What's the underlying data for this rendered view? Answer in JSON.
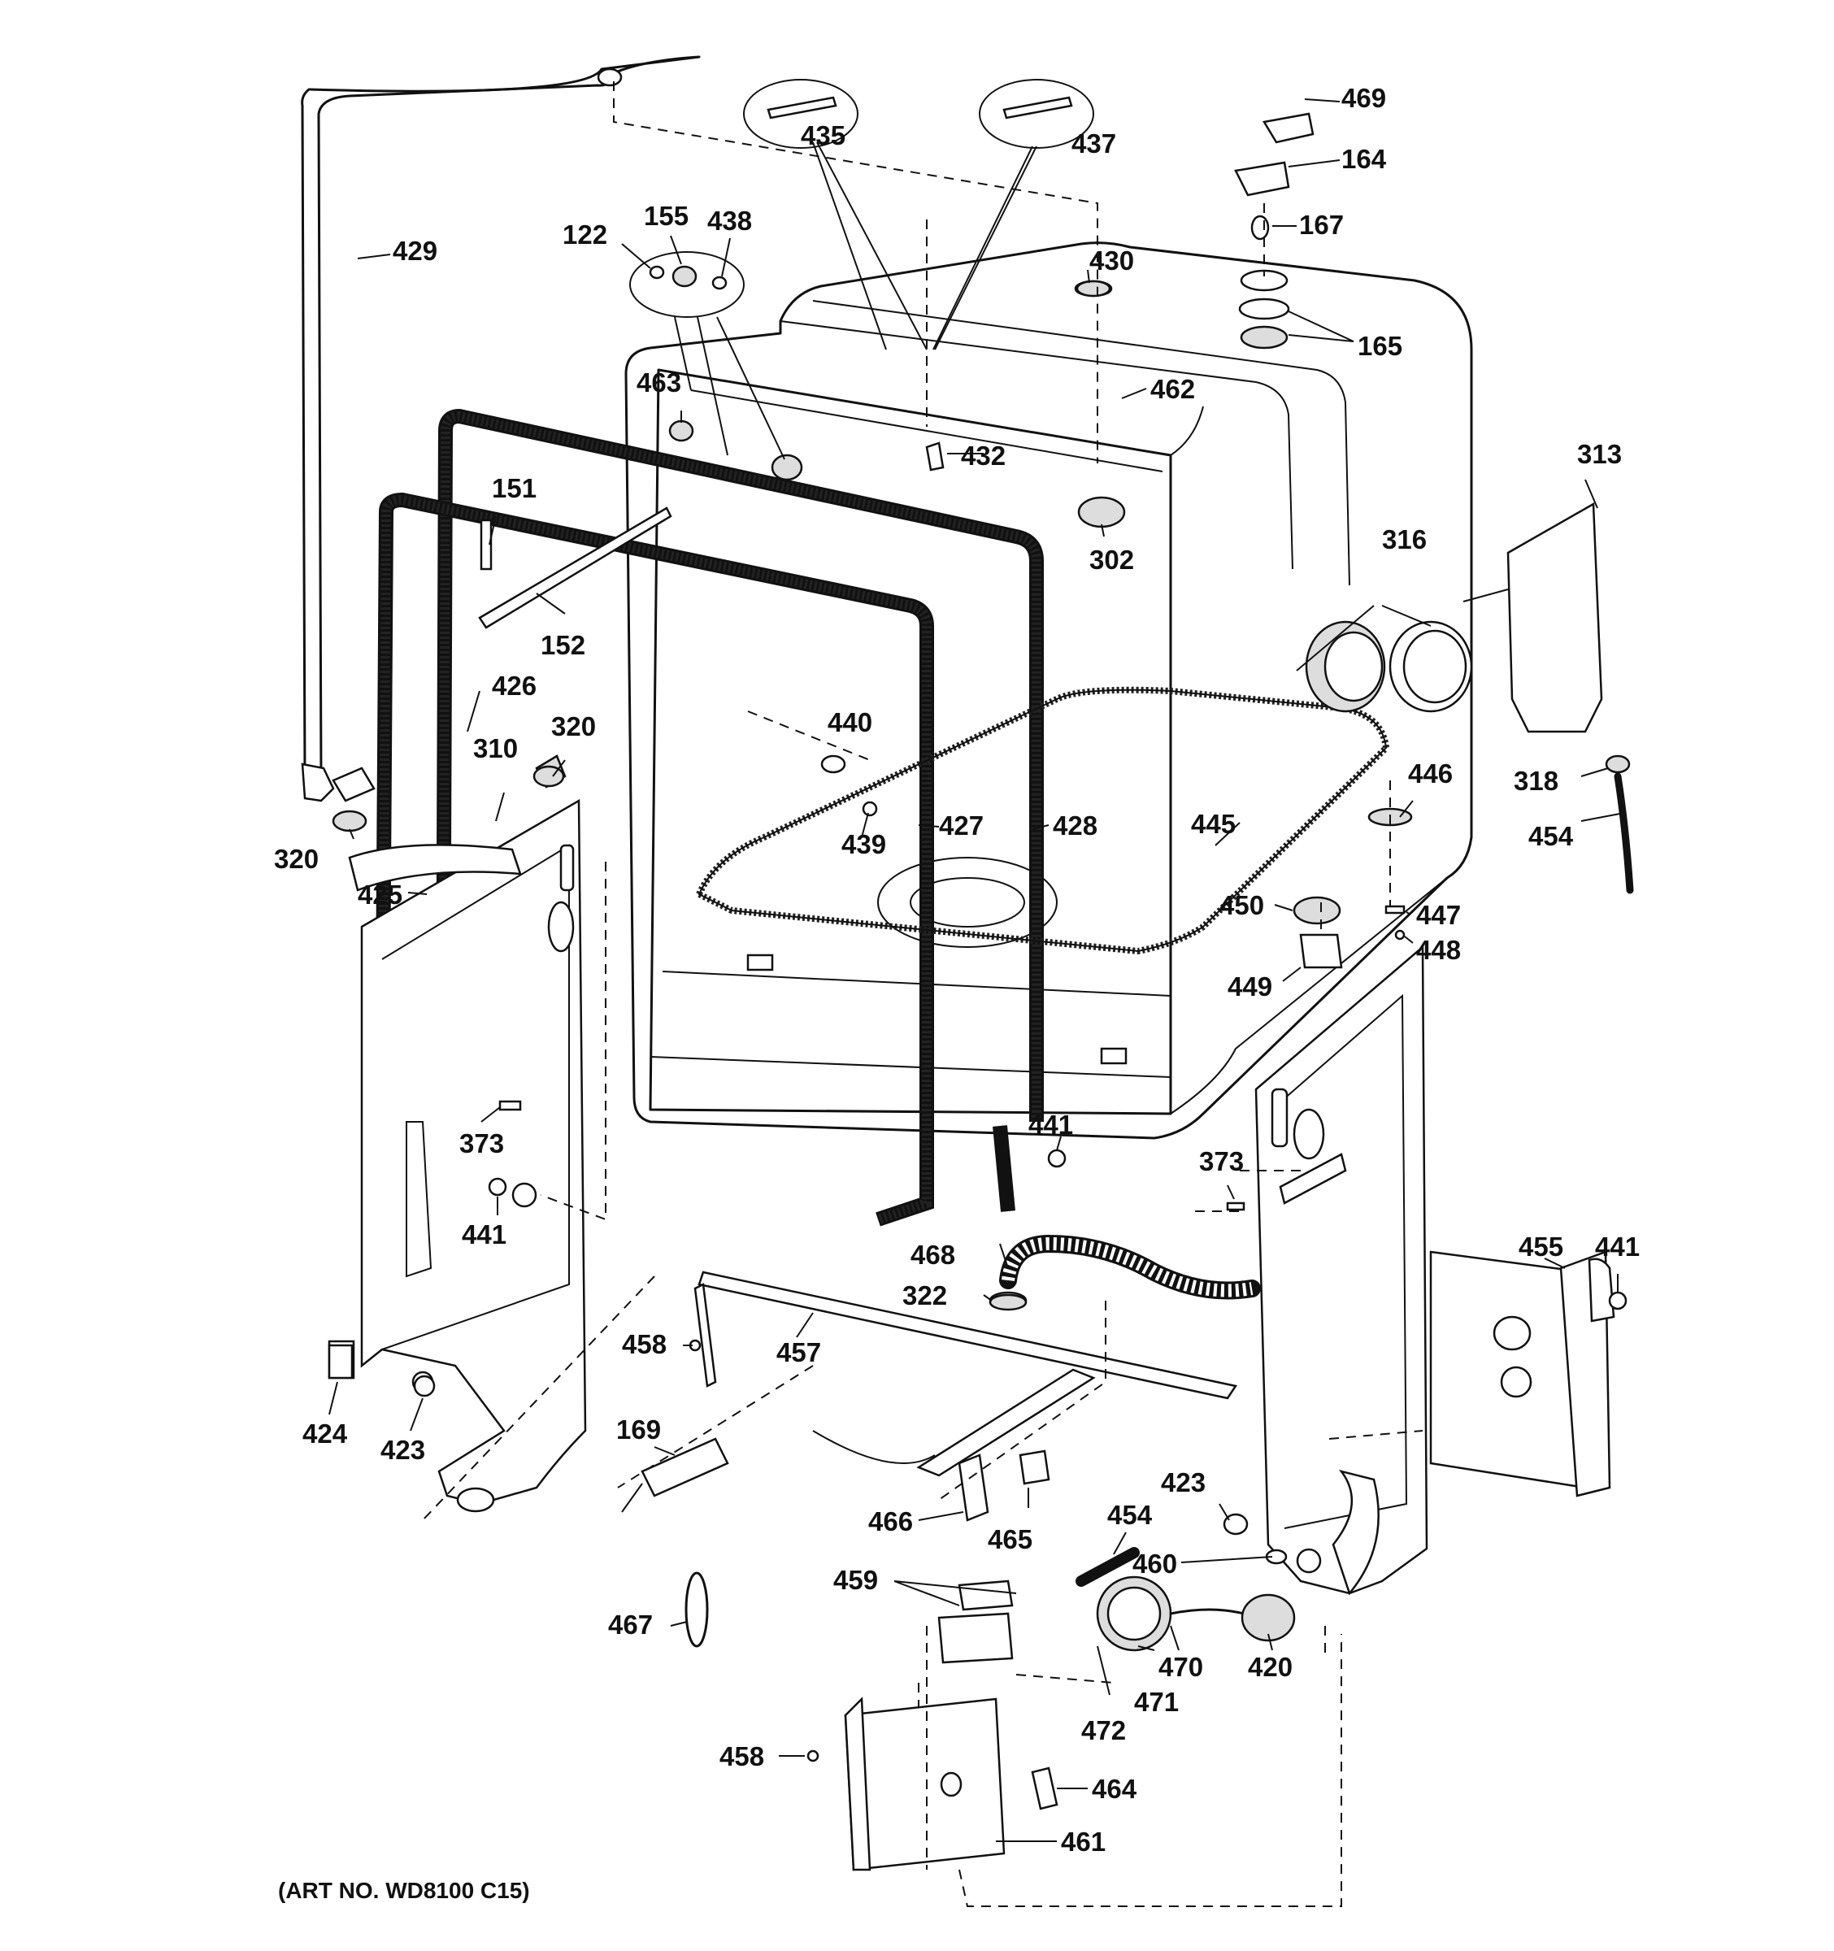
{
  "art_number": "(ART NO. WD8100 C15)",
  "callouts": [
    {
      "id": "c469",
      "text": "469"
    },
    {
      "id": "c164",
      "text": "164"
    },
    {
      "id": "c167",
      "text": "167"
    },
    {
      "id": "c165",
      "text": "165"
    },
    {
      "id": "c435",
      "text": "435"
    },
    {
      "id": "c437",
      "text": "437"
    },
    {
      "id": "c430",
      "text": "430"
    },
    {
      "id": "c429",
      "text": "429"
    },
    {
      "id": "c122",
      "text": "122"
    },
    {
      "id": "c155",
      "text": "155"
    },
    {
      "id": "c438",
      "text": "438"
    },
    {
      "id": "c463",
      "text": "463"
    },
    {
      "id": "c462",
      "text": "462"
    },
    {
      "id": "c432",
      "text": "432"
    },
    {
      "id": "c313",
      "text": "313"
    },
    {
      "id": "c151",
      "text": "151"
    },
    {
      "id": "c302",
      "text": "302"
    },
    {
      "id": "c316",
      "text": "316"
    },
    {
      "id": "c152",
      "text": "152"
    },
    {
      "id": "c426",
      "text": "426"
    },
    {
      "id": "c320a",
      "text": "320"
    },
    {
      "id": "c440",
      "text": "440"
    },
    {
      "id": "c310",
      "text": "310"
    },
    {
      "id": "c318",
      "text": "318"
    },
    {
      "id": "c446",
      "text": "446"
    },
    {
      "id": "c427",
      "text": "427"
    },
    {
      "id": "c428",
      "text": "428"
    },
    {
      "id": "c439",
      "text": "439"
    },
    {
      "id": "c445",
      "text": "445"
    },
    {
      "id": "c454a",
      "text": "454"
    },
    {
      "id": "c320b",
      "text": "320"
    },
    {
      "id": "c425",
      "text": "425"
    },
    {
      "id": "c450",
      "text": "450"
    },
    {
      "id": "c447",
      "text": "447"
    },
    {
      "id": "c448",
      "text": "448"
    },
    {
      "id": "c449",
      "text": "449"
    },
    {
      "id": "c373a",
      "text": "373"
    },
    {
      "id": "c441a",
      "text": "441"
    },
    {
      "id": "c373b",
      "text": "373"
    },
    {
      "id": "c441b",
      "text": "441"
    },
    {
      "id": "c441c",
      "text": "441"
    },
    {
      "id": "c455",
      "text": "455"
    },
    {
      "id": "c468",
      "text": "468"
    },
    {
      "id": "c322",
      "text": "322"
    },
    {
      "id": "c458a",
      "text": "458"
    },
    {
      "id": "c457",
      "text": "457"
    },
    {
      "id": "c424",
      "text": "424"
    },
    {
      "id": "c423a",
      "text": "423"
    },
    {
      "id": "c169",
      "text": "169"
    },
    {
      "id": "c423b",
      "text": "423"
    },
    {
      "id": "c454b",
      "text": "454"
    },
    {
      "id": "c466",
      "text": "466"
    },
    {
      "id": "c465",
      "text": "465"
    },
    {
      "id": "c460",
      "text": "460"
    },
    {
      "id": "c459",
      "text": "459"
    },
    {
      "id": "c467",
      "text": "467"
    },
    {
      "id": "c470",
      "text": "470"
    },
    {
      "id": "c420",
      "text": "420"
    },
    {
      "id": "c471",
      "text": "471"
    },
    {
      "id": "c472",
      "text": "472"
    },
    {
      "id": "c458b",
      "text": "458"
    },
    {
      "id": "c464",
      "text": "464"
    },
    {
      "id": "c461",
      "text": "461"
    }
  ]
}
